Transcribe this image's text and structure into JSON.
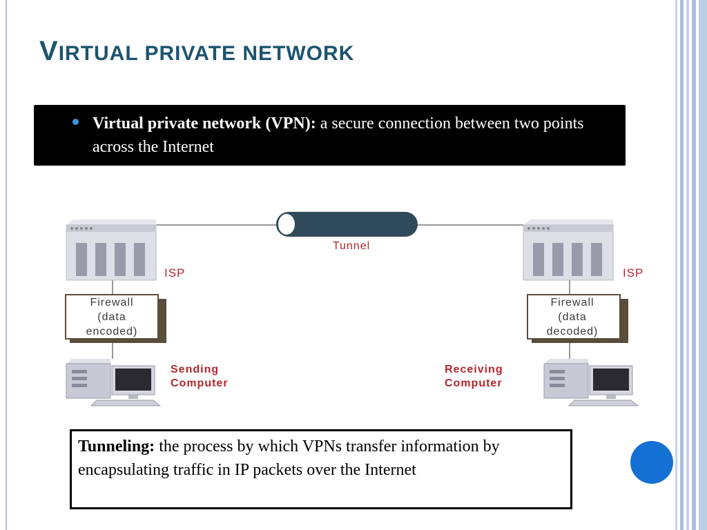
{
  "slide": {
    "title_first_letter": "V",
    "title_rest": "IRTUAL PRIVATE NETWORK"
  },
  "definition": {
    "term": "Virtual private network (VPN):",
    "text": " a secure connection between two points across the Internet"
  },
  "diagram": {
    "tunnel_label": "Tunnel",
    "left": {
      "isp_label": "ISP",
      "firewall_lines": [
        "Firewall",
        "(data",
        "encoded)"
      ],
      "computer_lines": [
        "Sending",
        "Computer"
      ]
    },
    "right": {
      "isp_label": "ISP",
      "firewall_lines": [
        "Firewall",
        "(data",
        "decoded)"
      ],
      "computer_lines": [
        "Receiving",
        "Computer"
      ]
    }
  },
  "tunneling": {
    "term": "Tunneling:",
    "text": " the process by which VPNs transfer information by encapsulating traffic in IP packets over the Internet"
  },
  "colors": {
    "title": "#1b5470",
    "accent_circle": "#1471d3",
    "tunnel": "#2f4a59",
    "label_red": "#b5252b"
  }
}
